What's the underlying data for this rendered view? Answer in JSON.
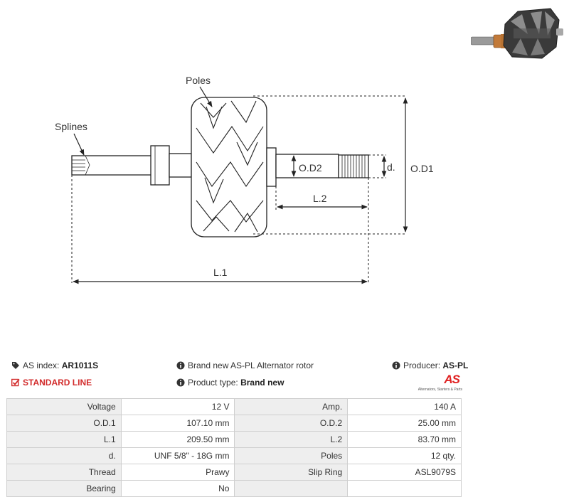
{
  "diagram": {
    "poles_label": "Poles",
    "splines_label": "Splines",
    "od2_label": "O.D2",
    "d_label": "d.",
    "od1_label": "O.D1",
    "l2_label": "L.2",
    "l1_label": "L.1"
  },
  "info": {
    "as_index_label": "AS index:",
    "as_index_value": "AR1011S",
    "description": "Brand new AS-PL Alternator rotor",
    "producer_label": "Producer:",
    "producer_value": "AS-PL",
    "line_label": "STANDARD LINE",
    "product_type_label": "Product type:",
    "product_type_value": "Brand new"
  },
  "logo": {
    "mark": "AS",
    "tagline": "Alternators, Starters & Parts"
  },
  "specs": {
    "rows": [
      {
        "l1": "Voltage",
        "v1": "12 V",
        "l2": "Amp.",
        "v2": "140 A"
      },
      {
        "l1": "O.D.1",
        "v1": "107.10  mm",
        "l2": "O.D.2",
        "v2": "25.00 mm"
      },
      {
        "l1": "L.1",
        "v1": "209.50 mm",
        "l2": "L.2",
        "v2": "83.70 mm"
      },
      {
        "l1": "d.",
        "v1": "UNF 5/8\" - 18G mm",
        "l2": "Poles",
        "v2": "12 qty."
      },
      {
        "l1": "Thread",
        "v1": "Prawy",
        "l2": "Slip Ring",
        "v2": "ASL9079S"
      },
      {
        "l1": "Bearing",
        "v1": "No",
        "l2": "",
        "v2": ""
      }
    ]
  },
  "colors": {
    "accent_red": "#d22b2b",
    "label_cell_bg": "#eeeeee",
    "border": "#cfcfcf"
  }
}
